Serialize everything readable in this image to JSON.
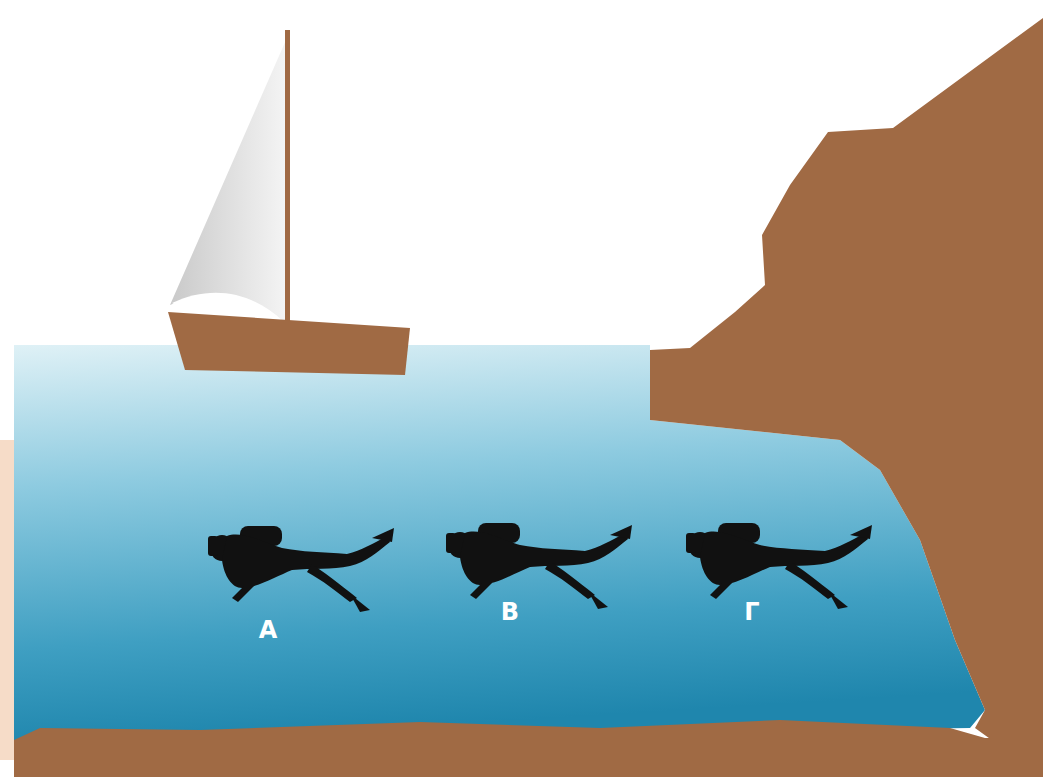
{
  "diagram": {
    "labels": [
      "А",
      "В",
      "Г"
    ]
  }
}
